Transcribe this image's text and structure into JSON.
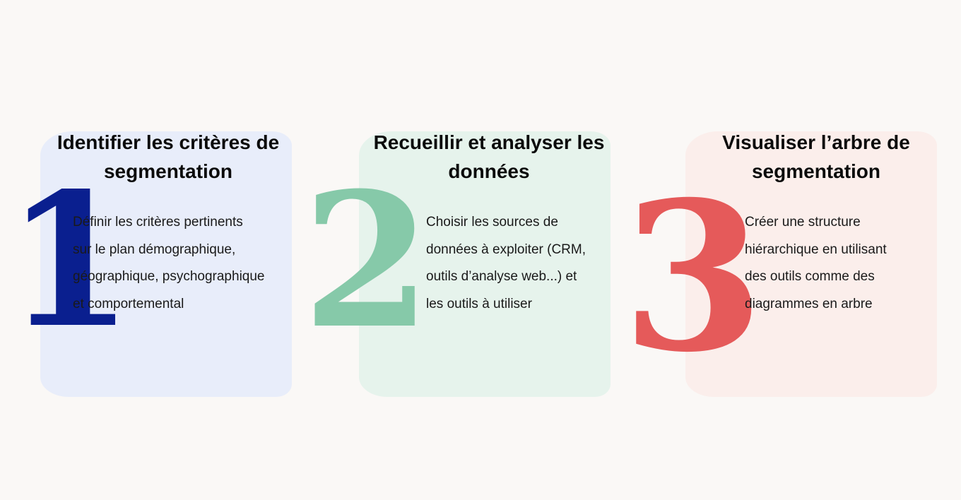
{
  "steps": [
    {
      "number": "1",
      "title": "Identifier les critères de\nsegmentation",
      "description": "Définir les critères pertinents\nsur le plan démographique,\ngéographique, psychographique\net comportemental",
      "color": "#0a1f8f",
      "background": "#e8edfa"
    },
    {
      "number": "2",
      "title": "Recueillir et analyser les\ndonnées",
      "description": "Choisir les sources de\ndonnées à exploiter (CRM,\noutils d’analyse web...) et\nles outils à utiliser",
      "color": "#86c9a9",
      "background": "#e6f3ec"
    },
    {
      "number": "3",
      "title": "Visualiser l’arbre de\nsegmentation",
      "description": "Créer une structure\nhiérarchique en utilisant\ndes outils comme des\ndiagrammes en arbre",
      "color": "#e55a5a",
      "background": "#fbeeeb"
    }
  ]
}
